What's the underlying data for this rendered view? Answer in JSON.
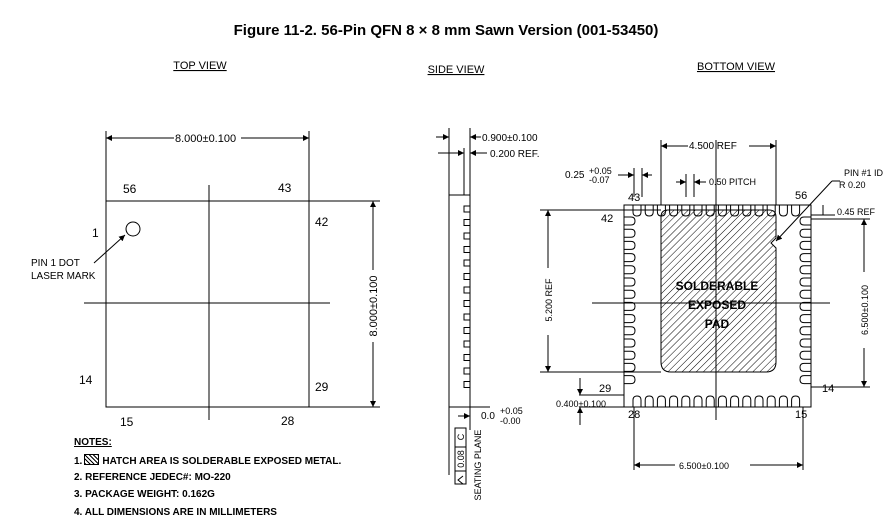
{
  "title": "Figure 11-2.  56-Pin QFN 8 × 8 mm Sawn Version (001-53450)",
  "views": {
    "top": "TOP VIEW",
    "side": "SIDE VIEW",
    "bottom": "BOTTOM VIEW"
  },
  "top_view": {
    "width_dim": "8.000±0.100",
    "height_dim": "8.000±0.100",
    "pin56": "56",
    "pin43": "43",
    "pin1": "1",
    "pin42": "42",
    "pin14": "14",
    "pin29": "29",
    "pin15": "15",
    "pin28": "28",
    "pin1_note_line1": "PIN 1 DOT",
    "pin1_note_line2": "LASER MARK"
  },
  "side_view": {
    "thickness": "0.900±0.100",
    "standoff": "0.200 REF.",
    "seating_base": "0.0",
    "seating_plus": "+0.05",
    "seating_minus": "-0.00",
    "coplanarity": "0.08",
    "datum": "C",
    "seating_plane": "SEATING PLANE"
  },
  "bottom_view": {
    "pad_ref": "4.500 REF",
    "tol_base": "0.25",
    "tol_plus": "+0.05",
    "tol_minus": "-0.07",
    "pitch": "0.50 PITCH",
    "pin1_id_line1": "PIN #1 ID",
    "pin1_id_line2": "R 0.20",
    "chamfer": "0.45 REF",
    "pad_height_ref": "5.200 REF",
    "body_dim": "6.500±0.100",
    "body_dim_v": "6.500±0.100",
    "lead_len": "0.400±0.100",
    "pin43": "43",
    "pin56": "56",
    "pin42": "42",
    "pin14": "14",
    "pin29": "29",
    "pin28": "28",
    "pin15": "15",
    "pad_line1": "SOLDERABLE",
    "pad_line2": "EXPOSED",
    "pad_line3": "PAD"
  },
  "notes": {
    "header": "NOTES:",
    "n1_num": "1.",
    "n1_text": "HATCH AREA IS SOLDERABLE EXPOSED METAL.",
    "n2": "2. REFERENCE JEDEC#: MO-220",
    "n3": "3. PACKAGE WEIGHT: 0.162G",
    "n4": "4. ALL DIMENSIONS ARE IN MILLIMETERS"
  }
}
